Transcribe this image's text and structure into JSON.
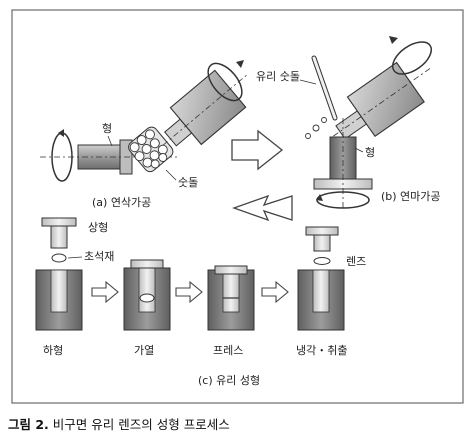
{
  "panels": {
    "a": {
      "caption": "(a) 연삭가공",
      "mold_label": "형",
      "wheel_label": "숫돌"
    },
    "b": {
      "caption": "(b) 연마가공",
      "wheel_label": "유리 숫돌",
      "mold_label": "형"
    },
    "c": {
      "caption": "(c) 유리 성형",
      "upper_mold_label": "상형",
      "glass_label": "초석재",
      "lower_mold_label": "하형",
      "step_heating": "가열",
      "step_press": "프레스",
      "step_cooling": "냉각・취출",
      "lens_label": "렌즈"
    }
  },
  "caption": {
    "figure_number": "그림 2.",
    "title": "비구면 유리 렌즈의 성형 프로세스"
  }
}
